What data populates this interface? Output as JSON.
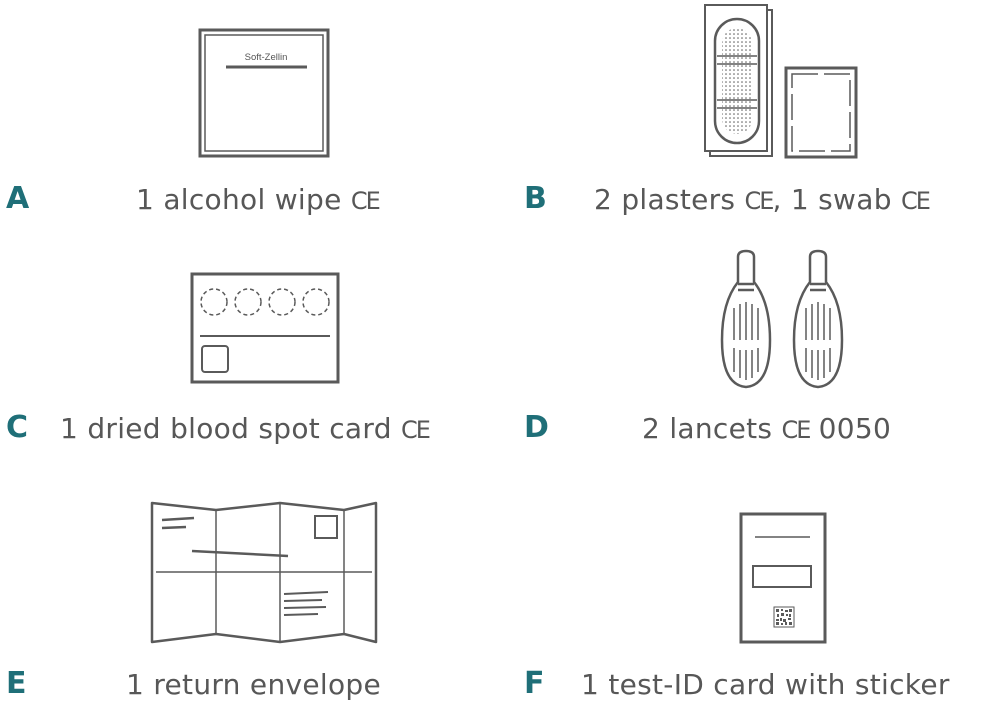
{
  "items": [
    {
      "letter": "A",
      "text": "1 alcohol wipe",
      "ce": "CE"
    },
    {
      "letter": "B",
      "text": "2 plasters",
      "ce": "CE",
      "text2": ", 1 swab",
      "ce2": "CE"
    },
    {
      "letter": "C",
      "text": "1 dried blood spot card",
      "ce": "CE"
    },
    {
      "letter": "D",
      "text": "2 lancets",
      "ce": "CE",
      "text2": " 0050"
    },
    {
      "letter": "E",
      "text": "1 return envelope"
    },
    {
      "letter": "F",
      "text": "1 test-ID card with sticker"
    }
  ],
  "wipe_brand": "Soft-Zellin",
  "colors": {
    "letter": "#1f6f78",
    "text": "#575757",
    "line": "#5a5a5a"
  }
}
